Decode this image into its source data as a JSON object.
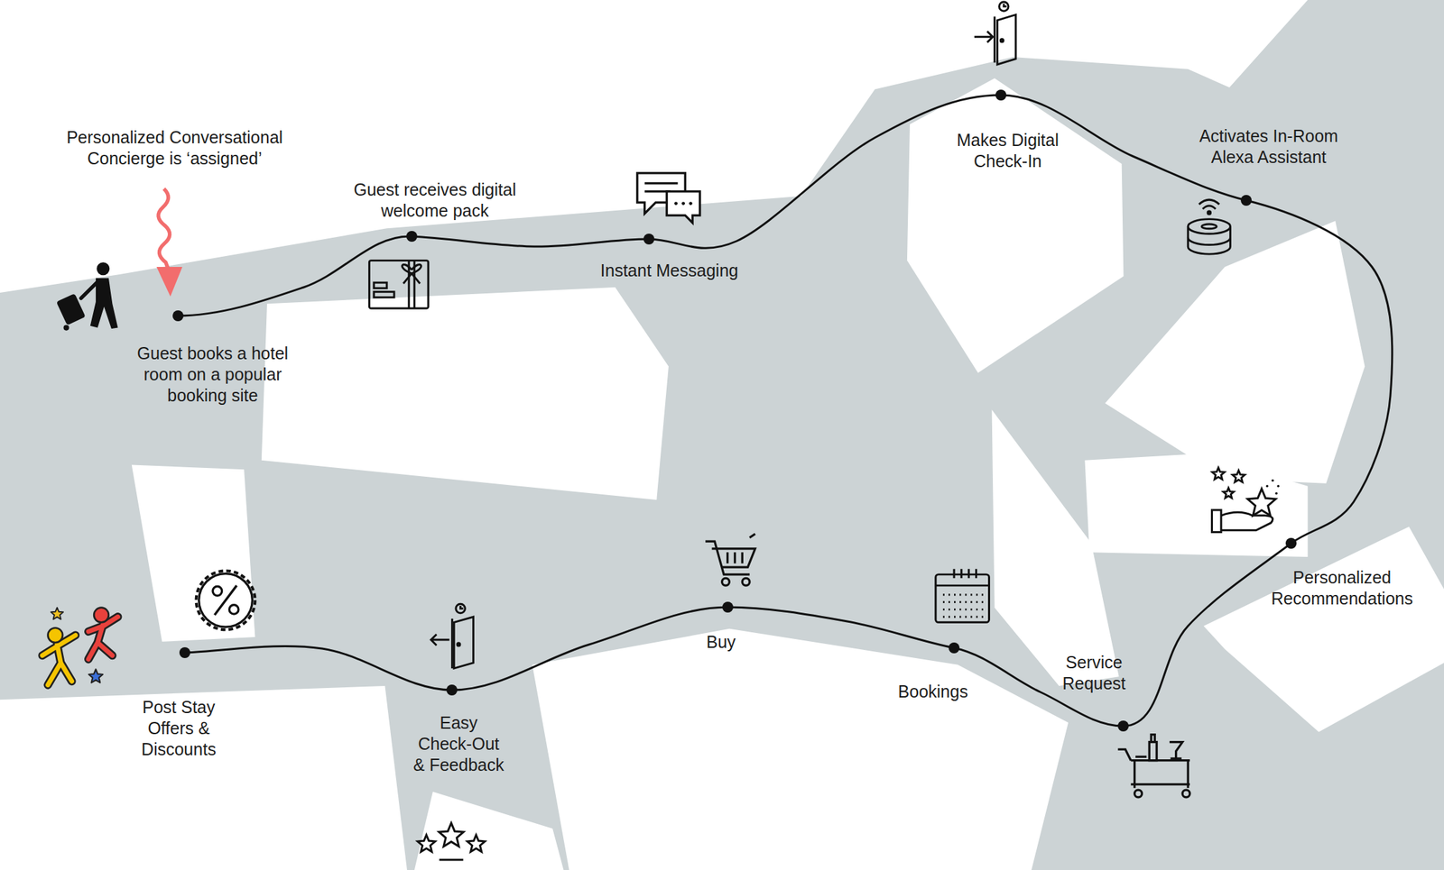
{
  "diagram": {
    "nodes": [
      {
        "text": [
          "Guest books a hotel room on a popular booking site"
        ]
      },
      {
        "text": [
          "Guest receives digital welcome pack"
        ]
      },
      {
        "text": [
          "Instant Messaging"
        ]
      },
      {
        "text": [
          "Makes Digital Check-In"
        ]
      },
      {
        "text": [
          "Activates In-Room Alexa Assistant"
        ]
      },
      {
        "text": [
          "Personalized Recommendations"
        ]
      },
      {
        "text": [
          "Service Request"
        ]
      },
      {
        "text": [
          "Bookings"
        ]
      },
      {
        "text": [
          "Buy"
        ]
      },
      {
        "text": [
          "Easy Check-Out & Feedback"
        ]
      },
      {
        "text": [
          "Post Stay Offers & Discounts"
        ]
      }
    ],
    "edges": [
      {
        "from": 0,
        "to": 1,
        "arrow": "none"
      },
      {
        "from": 1,
        "to": 2,
        "arrow": "none"
      },
      {
        "from": 2,
        "to": 3,
        "arrow": "none"
      },
      {
        "from": 3,
        "to": 4,
        "arrow": "none"
      },
      {
        "from": 4,
        "to": 5,
        "arrow": "none"
      },
      {
        "from": 5,
        "to": 6,
        "arrow": "none"
      },
      {
        "from": 6,
        "to": 7,
        "arrow": "none"
      },
      {
        "from": 7,
        "to": 8,
        "arrow": "none"
      },
      {
        "from": 8,
        "to": 9,
        "arrow": "none"
      },
      {
        "from": 9,
        "to": 10,
        "arrow": "none"
      }
    ],
    "labels": [
      "Personalized Conversational Concierge is ‘assigned’"
    ]
  }
}
